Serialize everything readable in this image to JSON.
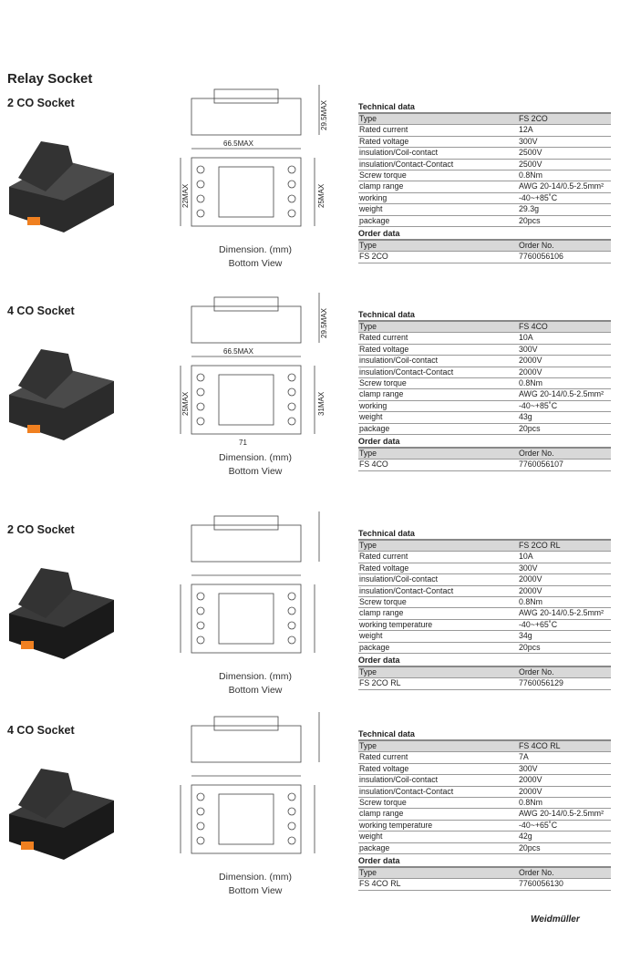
{
  "page_title": "Relay Socket",
  "caption": {
    "dimension": "Dimension. (mm)",
    "view": "Bottom View"
  },
  "tech_title": "Technical data",
  "order_title": "Order data",
  "order_header": [
    "Type",
    "Order No."
  ],
  "sections": [
    {
      "title": "2 CO Socket",
      "dims": [
        "66.5MAX",
        "29.5MAX",
        "22MAX",
        "25MAX"
      ],
      "tech": [
        [
          "Type",
          "FS 2CO"
        ],
        [
          "Rated current",
          "12A"
        ],
        [
          "Rated voltage",
          "300V"
        ],
        [
          "insulation/Coil-contact",
          "2500V"
        ],
        [
          "insulation/Contact-Contact",
          "2500V"
        ],
        [
          "Screw torque",
          "0.8Nm"
        ],
        [
          "clamp range",
          "AWG 20-14/0.5-2.5mm²"
        ],
        [
          "working",
          "-40~+85˚C"
        ],
        [
          "weight",
          "29.3g"
        ],
        [
          "package",
          "20pcs"
        ]
      ],
      "order": [
        "FS 2CO",
        "7760056106"
      ]
    },
    {
      "title": "4 CO Socket",
      "dims": [
        "66.5MAX",
        "29.5MAX",
        "25MAX",
        "31MAX",
        "71"
      ],
      "tech": [
        [
          "Type",
          "FS 4CO"
        ],
        [
          "Rated current",
          "10A"
        ],
        [
          "Rated voltage",
          "300V"
        ],
        [
          "insulation/Coil-contact",
          "2000V"
        ],
        [
          "insulation/Contact-Contact",
          "2000V"
        ],
        [
          "Screw torque",
          "0.8Nm"
        ],
        [
          "clamp range",
          "AWG 20-14/0.5-2.5mm²"
        ],
        [
          "working",
          "-40~+85˚C"
        ],
        [
          "weight",
          "43g"
        ],
        [
          "package",
          "20pcs"
        ]
      ],
      "order": [
        "FS 4CO",
        "7760056107"
      ]
    },
    {
      "title": "2 CO Socket",
      "dims": [],
      "tech": [
        [
          "Type",
          "FS 2CO RL"
        ],
        [
          "Rated current",
          "10A"
        ],
        [
          "Rated voltage",
          "300V"
        ],
        [
          "insulation/Coil-contact",
          "2000V"
        ],
        [
          "insulation/Contact-Contact",
          "2000V"
        ],
        [
          "Screw torque",
          "0.8Nm"
        ],
        [
          "clamp range",
          "AWG 20-14/0.5-2.5mm²"
        ],
        [
          "working temperature",
          "-40~+65˚C"
        ],
        [
          "weight",
          "34g"
        ],
        [
          "package",
          "20pcs"
        ]
      ],
      "order": [
        "FS 2CO RL",
        "7760056129"
      ]
    },
    {
      "title": "4 CO Socket",
      "dims": [],
      "tech": [
        [
          "Type",
          "FS 4CO RL"
        ],
        [
          "Rated current",
          "7A"
        ],
        [
          "Rated voltage",
          "300V"
        ],
        [
          "insulation/Coil-contact",
          "2000V"
        ],
        [
          "insulation/Contact-Contact",
          "2000V"
        ],
        [
          "Screw torque",
          "0.8Nm"
        ],
        [
          "clamp range",
          "AWG 20-14/0.5-2.5mm²"
        ],
        [
          "working temperature",
          "-40~+65˚C"
        ],
        [
          "weight",
          "42g"
        ],
        [
          "package",
          "20pcs"
        ]
      ],
      "order": [
        "FS 4CO RL",
        "7760056130"
      ]
    }
  ],
  "logo": "Weidmüller"
}
